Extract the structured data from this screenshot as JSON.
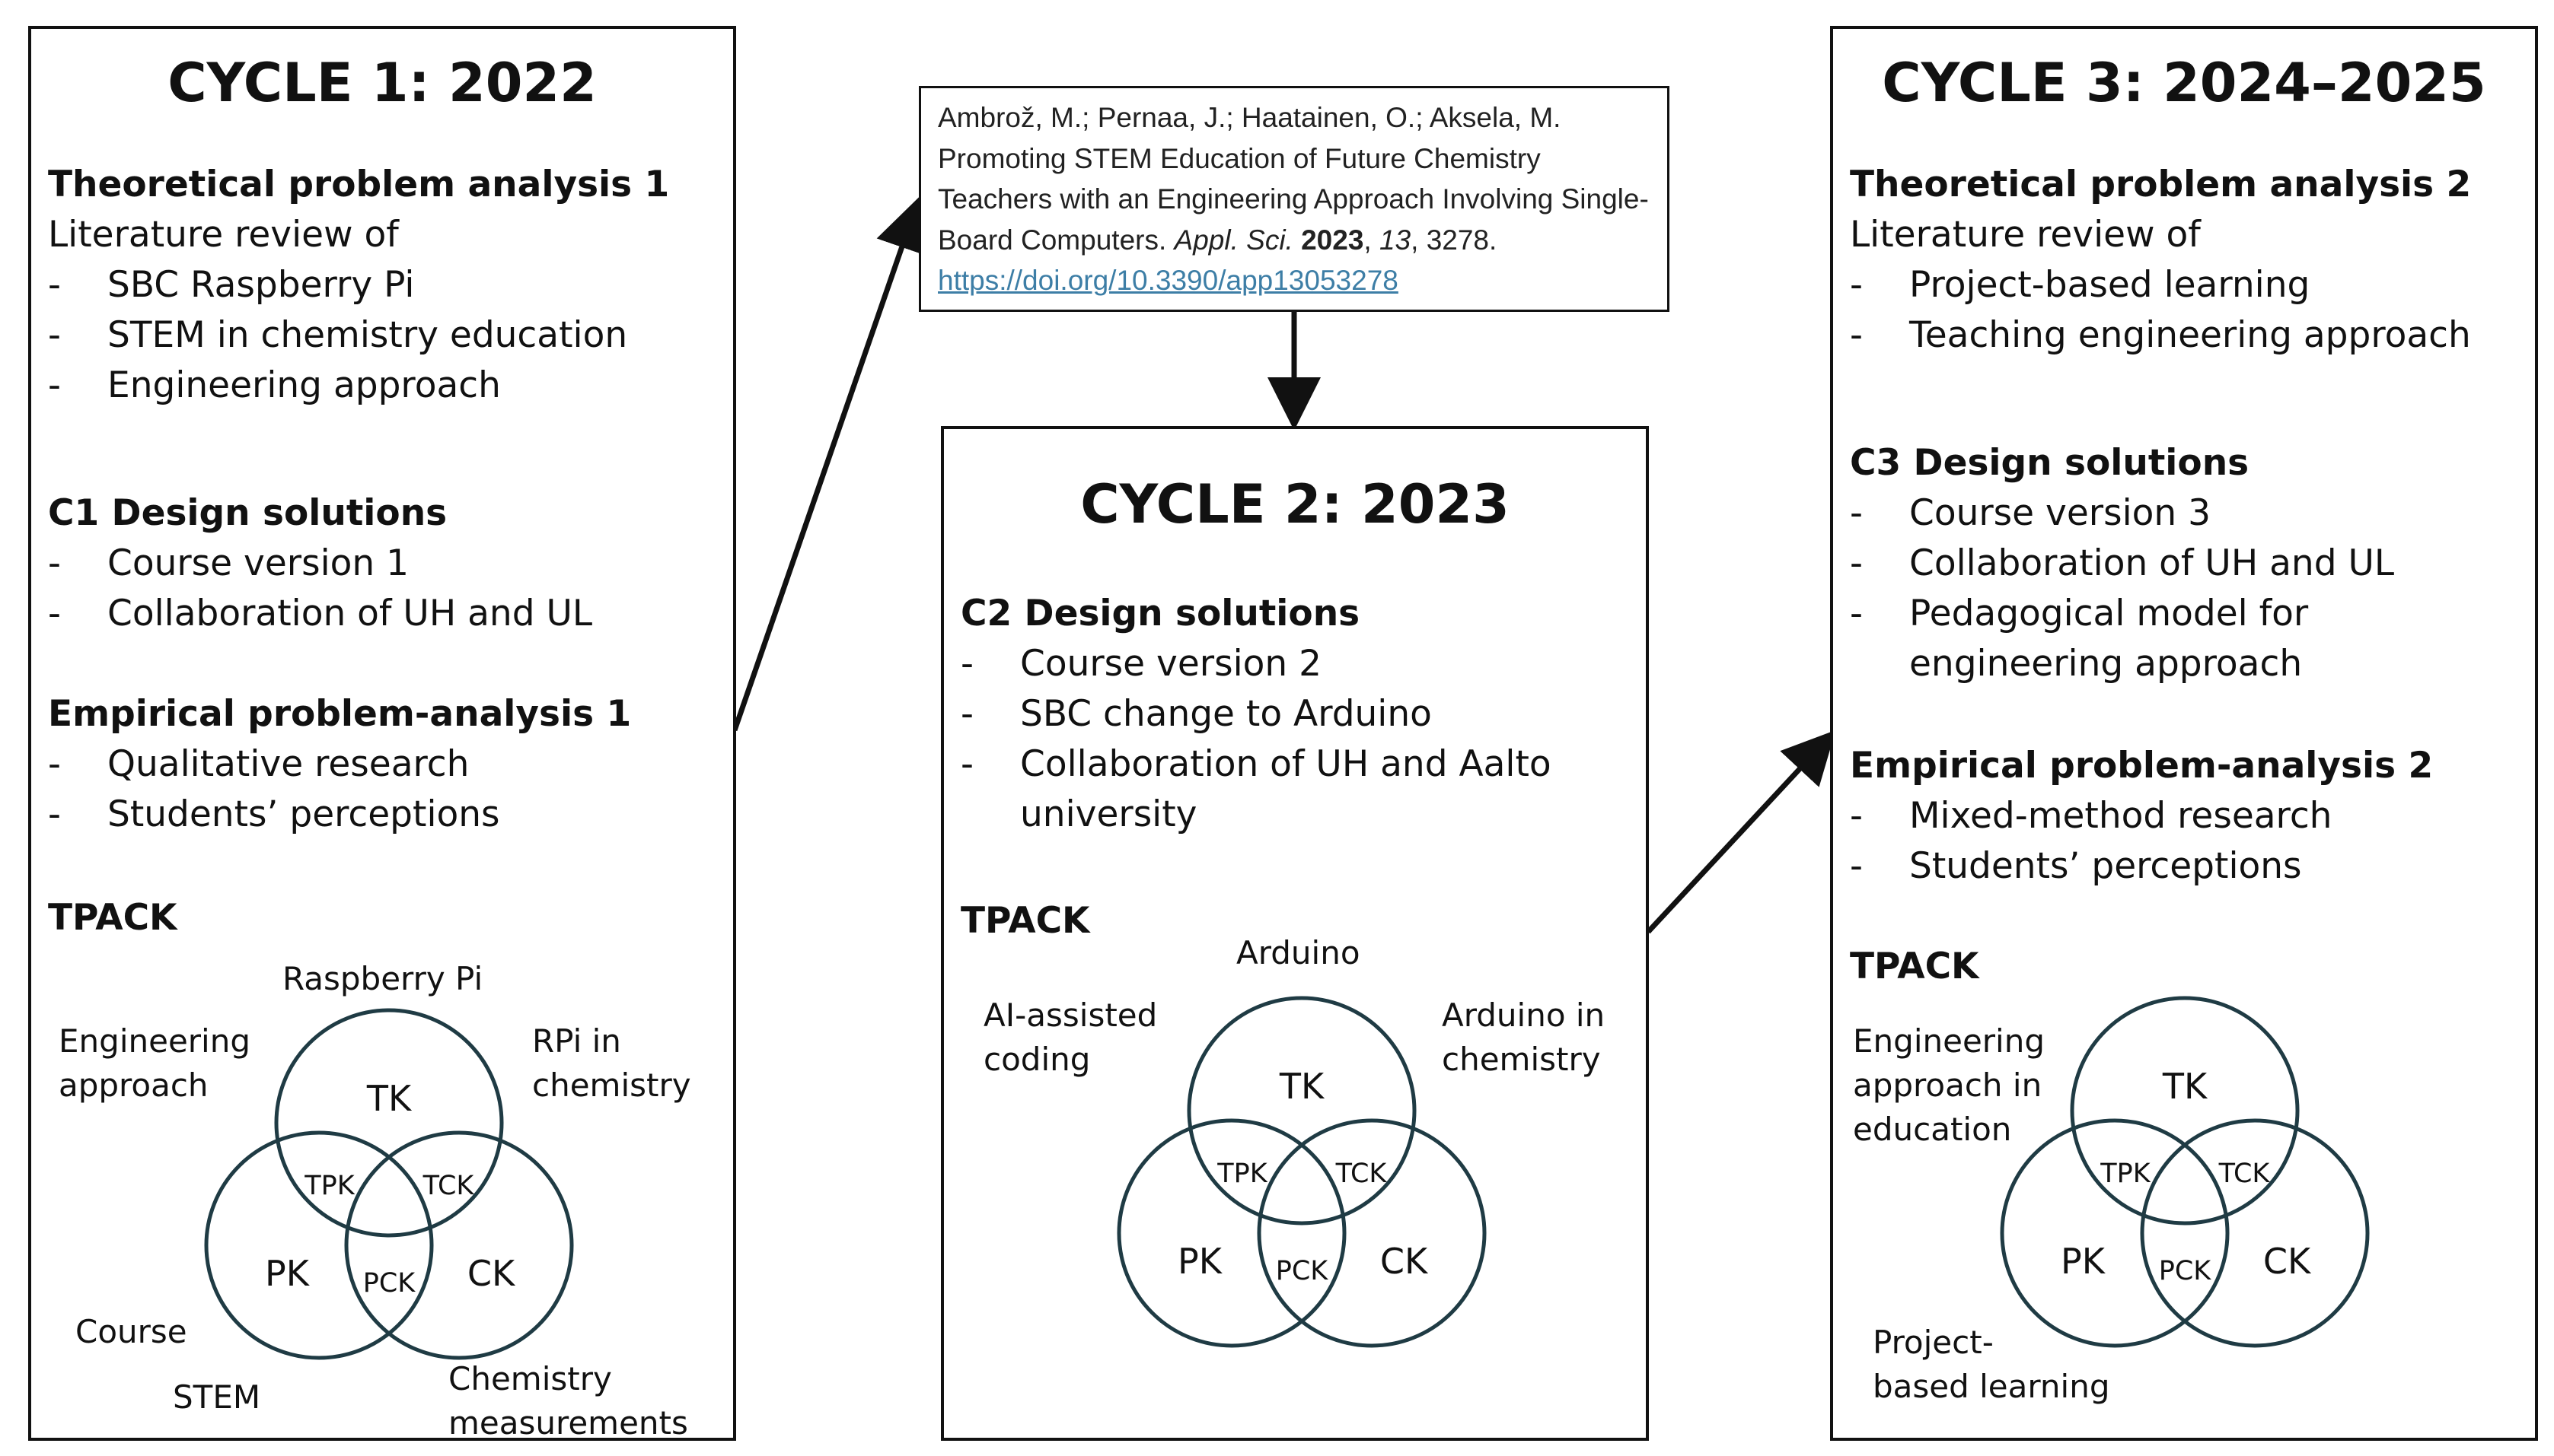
{
  "cycle1": {
    "title": "CYCLE 1: 2022",
    "theory_heading": "Theoretical problem analysis 1",
    "theory_intro": "Literature review of",
    "theory_items": [
      "SBC Raspberry Pi",
      "STEM in chemistry education",
      "Engineering approach"
    ],
    "design_heading": "C1 Design solutions",
    "design_items": [
      "Course version 1",
      "Collaboration of UH and UL"
    ],
    "empirical_heading": "Empirical problem-analysis 1",
    "empirical_items": [
      "Qualitative research",
      "Students’ perceptions"
    ],
    "tpack_heading": "TPACK",
    "labels": {
      "tk": "Raspberry Pi",
      "tpk_1": "Engineering",
      "tpk_2": "approach",
      "tck_1": "RPi in",
      "tck_2": "chemistry",
      "pk": "Course",
      "pck": "STEM",
      "ck_1": "Chemistry",
      "ck_2": "measurements"
    }
  },
  "cycle2": {
    "title": "CYCLE 2: 2023",
    "design_heading": "C2 Design solutions",
    "design_items": [
      "Course version 2",
      "SBC change to Arduino",
      "Collaboration of UH and Aalto university"
    ],
    "tpack_heading": "TPACK",
    "labels": {
      "tk": "Arduino",
      "tpk_1": "AI-assisted",
      "tpk_2": "coding",
      "tck_1": "Arduino in",
      "tck_2": "chemistry"
    }
  },
  "cycle3": {
    "title": "CYCLE 3: 2024–2025",
    "theory_heading": "Theoretical problem analysis 2",
    "theory_intro": "Literature review of",
    "theory_items": [
      "Project-based learning",
      "Teaching engineering approach"
    ],
    "design_heading": "C3 Design solutions",
    "design_items": [
      "Course version 3",
      "Collaboration of UH and UL",
      "Pedagogical model for engineering approach"
    ],
    "empirical_heading": "Empirical problem-analysis 2",
    "empirical_items": [
      "Mixed-method research",
      "Students’ perceptions"
    ],
    "tpack_heading": "TPACK",
    "labels": {
      "tpk_1": "Engineering",
      "tpk_2": "approach in",
      "tpk_3": "education",
      "pk_1": "Project-",
      "pk_2": "based learning"
    }
  },
  "venn": {
    "tk": "TK",
    "pk": "PK",
    "ck": "CK",
    "tpk": "TPK",
    "tck": "TCK",
    "pck": "PCK",
    "stroke_color": "#1f3b44"
  },
  "reference": {
    "authors": "Ambrož, M.; Pernaa, J.; Haatainen, O.; Aksela, M.",
    "title": "Promoting STEM Education of Future Chemistry Teachers with an Engineering Approach Involving Single-Board Computers.",
    "journal": "Appl. Sci.",
    "year": "2023",
    "volume": "13",
    "pages": "3278.",
    "doi": "https://doi.org/10.3390/app13053278"
  },
  "dash": "-"
}
